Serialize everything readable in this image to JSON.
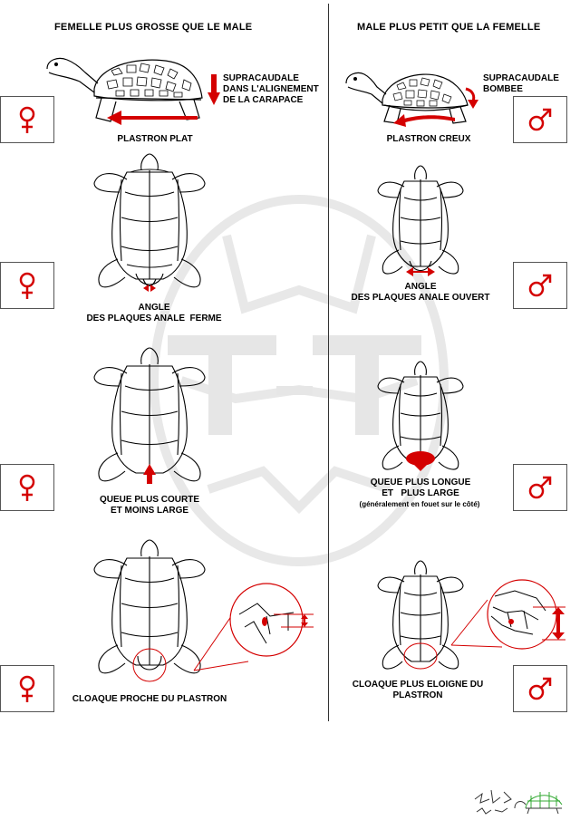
{
  "headers": {
    "left": "FEMELLE PLUS GROSSE QUE LE MALE",
    "right": "MALE PLUS PETIT QUE LA FEMELLE"
  },
  "female": {
    "supracaudale": "SUPRACAUDALE\nDANS L'ALIGNEMENT\nDE LA CARAPACE",
    "plastron": "PLASTRON PLAT",
    "angle": "ANGLE\nDES PLAQUES ANALE  FERME",
    "queue": "QUEUE PLUS COURTE\nET MOINS LARGE",
    "cloaque": "CLOAQUE PROCHE DU PLASTRON"
  },
  "male": {
    "supracaudale": "SUPRACAUDALE\nBOMBEE",
    "plastron": "PLASTRON CREUX",
    "angle": "ANGLE\nDES PLAQUES ANALE OUVERT",
    "queue": "QUEUE PLUS LONGUE\nET   PLUS LARGE",
    "queue_note": "(généralement en fouet sur le côté)",
    "cloaque": "CLOAQUE PLUS ELOIGNE DU\nPLASTRON"
  },
  "symbols": {
    "female": "♀",
    "male": "♂"
  },
  "colors": {
    "accent": "#d40000",
    "line": "#000000",
    "watermark": "#e6e6e6"
  },
  "icons": [
    "female-symbol-icon",
    "male-symbol-icon",
    "turtle-side-icon",
    "plastron-icon",
    "magnifier-icon",
    "signature-logo-icon"
  ]
}
